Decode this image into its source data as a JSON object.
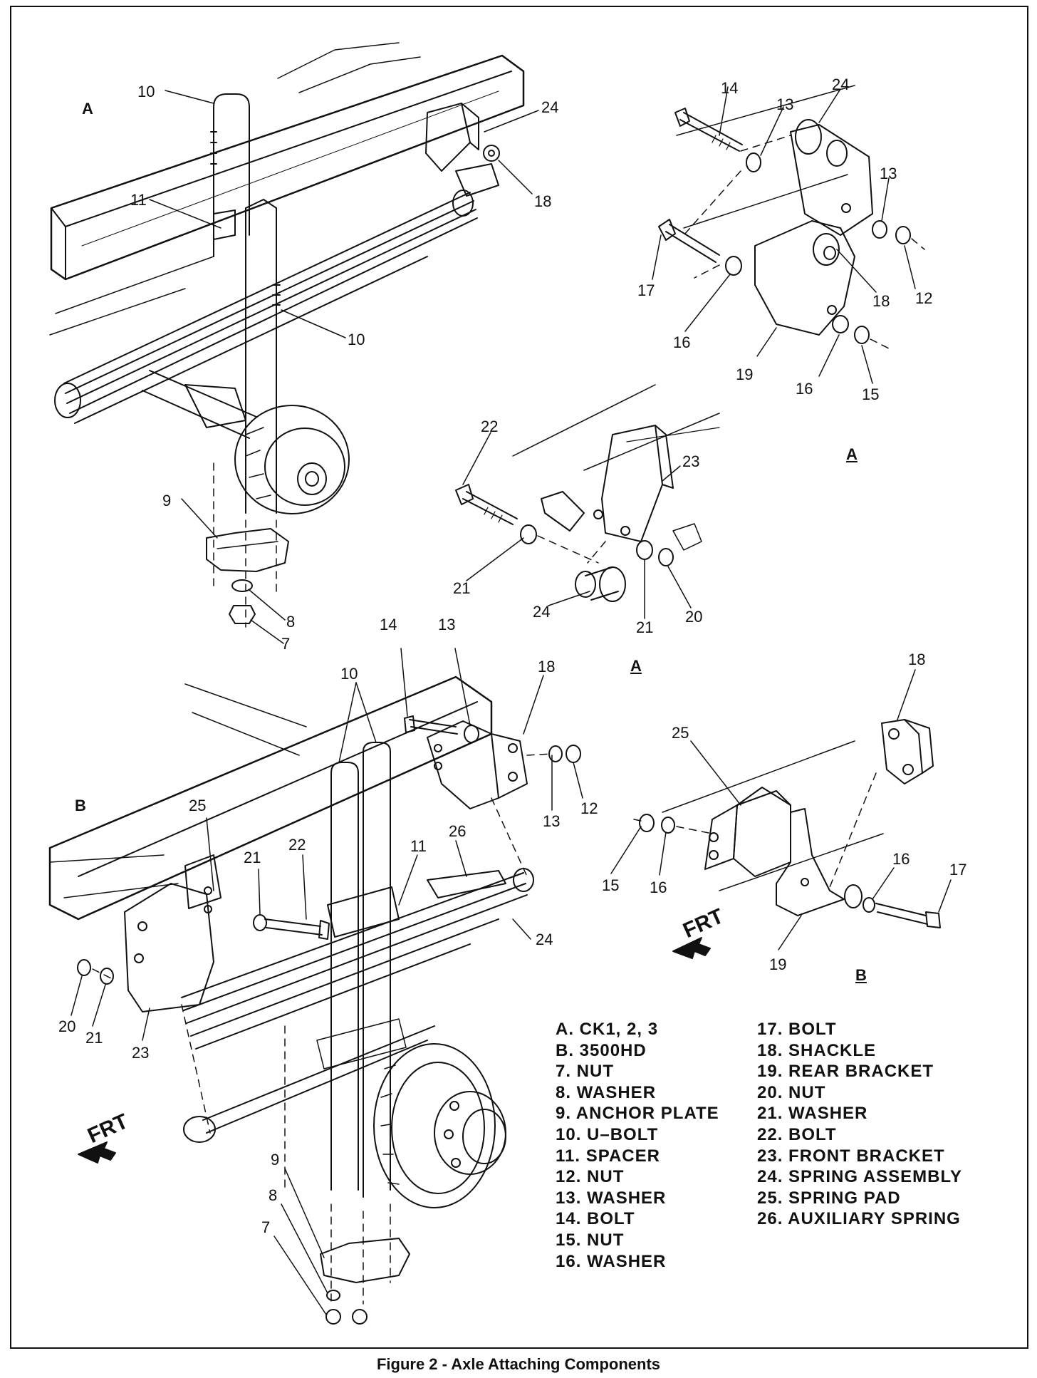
{
  "caption": "Figure 2 - Axle Attaching Components",
  "section_labels": {
    "a_top_left": "A",
    "a_top_right": "A",
    "a_center": "A",
    "b_left": "B",
    "b_right": "B"
  },
  "frt_label": "FRT",
  "callouts": {
    "v1": [
      "10",
      "11",
      "10",
      "24",
      "18",
      "9",
      "8",
      "7"
    ],
    "v2": [
      "14",
      "13",
      "24",
      "13",
      "17",
      "18",
      "12",
      "16",
      "19",
      "16",
      "15"
    ],
    "v3": [
      "22",
      "23",
      "21",
      "24",
      "21",
      "20"
    ],
    "v4": [
      "14",
      "13",
      "18",
      "10",
      "13",
      "12",
      "25",
      "22",
      "21",
      "11",
      "26",
      "24",
      "20",
      "21",
      "23",
      "9",
      "8",
      "7"
    ],
    "v5": [
      "18",
      "25",
      "15",
      "16",
      "16",
      "17",
      "19"
    ]
  },
  "legend_left": [
    "A. CK1, 2, 3",
    "B. 3500HD",
    "7. NUT",
    "8. WASHER",
    "9. ANCHOR PLATE",
    "10. U–BOLT",
    "11. SPACER",
    "12. NUT",
    "13. WASHER",
    "14. BOLT",
    "15. NUT",
    "16. WASHER"
  ],
  "legend_right": [
    "17. BOLT",
    "18. SHACKLE",
    "19. REAR BRACKET",
    "20. NUT",
    "21. WASHER",
    "22. BOLT",
    "23. FRONT BRACKET",
    "24. SPRING ASSEMBLY",
    "25. SPRING PAD",
    "26. AUXILIARY SPRING"
  ]
}
